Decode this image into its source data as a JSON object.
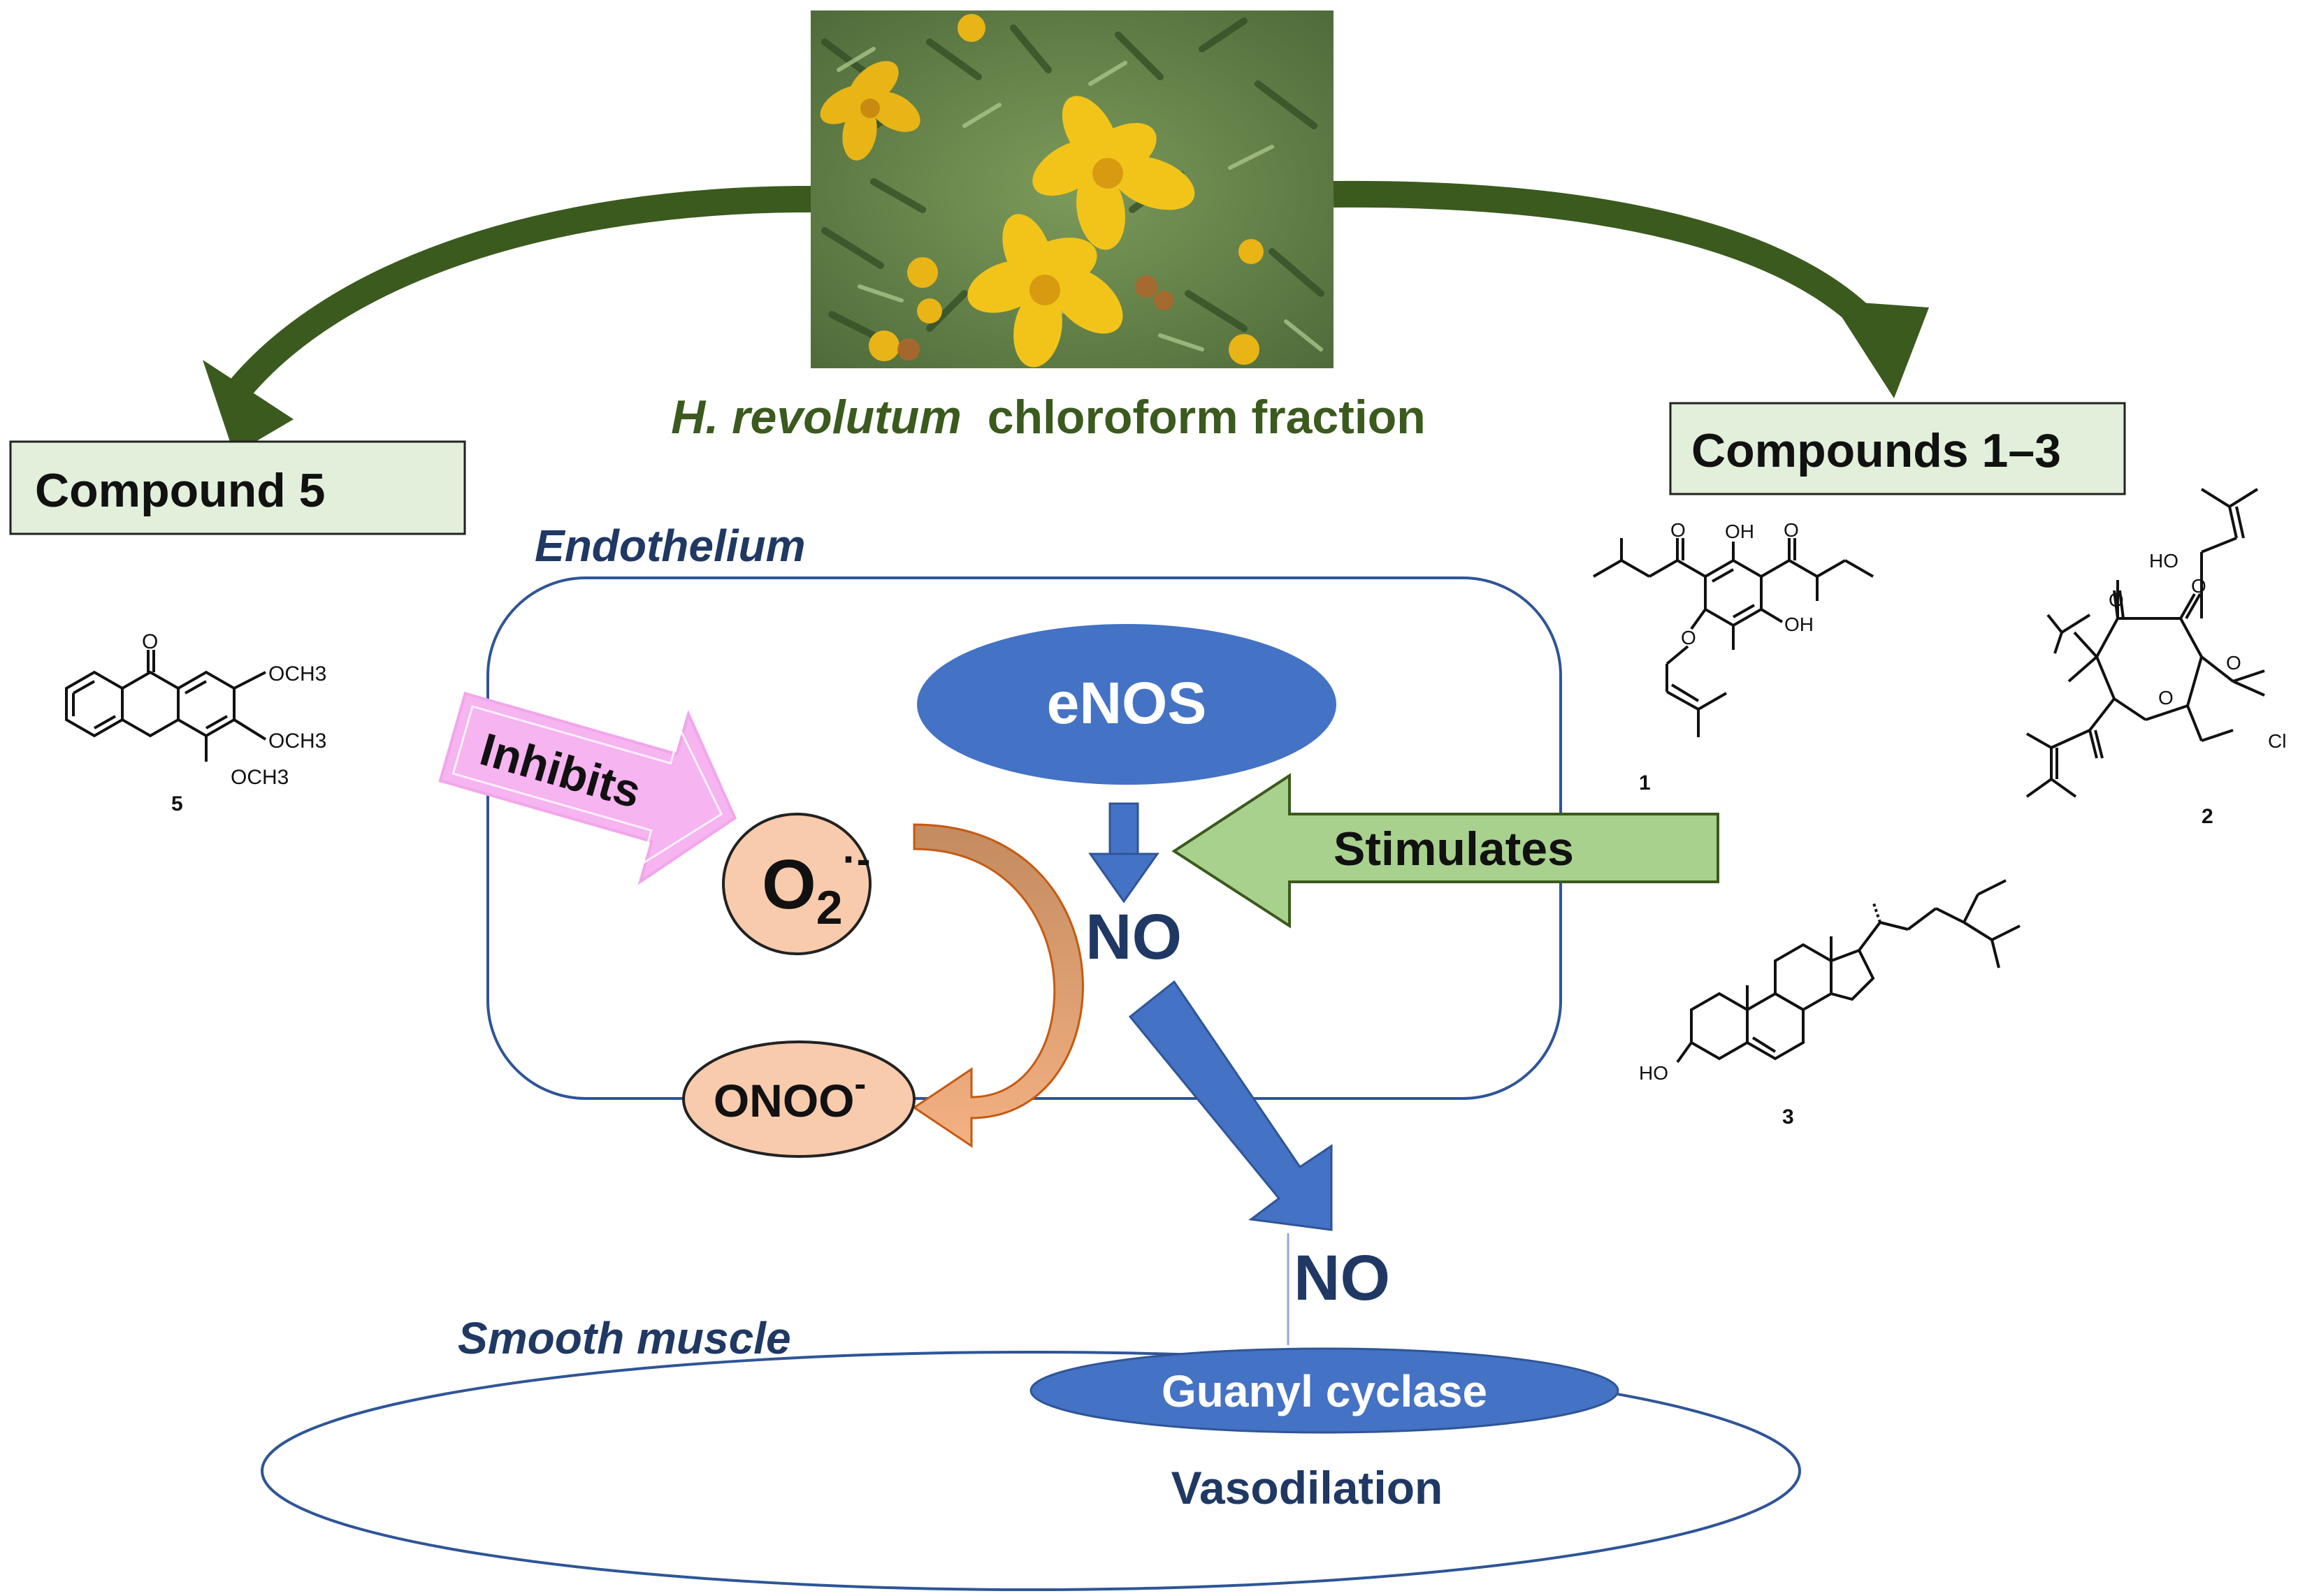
{
  "source": {
    "species": "H. revolutum",
    "fraction_suffix": "chloroform fraction"
  },
  "compound_boxes": {
    "left": "Compound 5",
    "right": "Compounds 1–3"
  },
  "regions": {
    "endothelium": "Endothelium",
    "smooth_muscle": "Smooth muscle"
  },
  "nodes": {
    "enos": "eNOS",
    "no_endo": "NO",
    "no_muscle": "NO",
    "superoxide_main": "O",
    "superoxide_sub": "2",
    "superoxide_sup": "·-",
    "peroxynitrite_main": "ONOO",
    "peroxynitrite_sup": "-",
    "guanyl_cyclase": "Guanyl cyclase",
    "vasodilation": "Vasodilation"
  },
  "arrows": {
    "inhibits": "Inhibits",
    "stimulates": "Stimulates"
  },
  "structures": {
    "compound_5": {
      "number": "5",
      "labels": [
        "O",
        "OCH3",
        "OCH3",
        "OCH3"
      ]
    },
    "compound_1": {
      "number": "1",
      "labels": [
        "O",
        "OH",
        "O",
        "OH",
        "O"
      ]
    },
    "compound_2": {
      "number": "2",
      "labels": [
        "HO",
        "O",
        "O",
        "O",
        "O",
        "Cl"
      ]
    },
    "compound_3": {
      "number": "3",
      "labels": [
        "HO"
      ]
    }
  },
  "colors": {
    "dark_green": "#3b5a1e",
    "box_green": "#e2efda",
    "stimulate_green": "#a9d18e",
    "inhibit_pink": "#f6b4f0",
    "blue": "#4472c4",
    "navy": "#1f3864",
    "orange": "#f4b183",
    "peach": "#f8cbad"
  }
}
